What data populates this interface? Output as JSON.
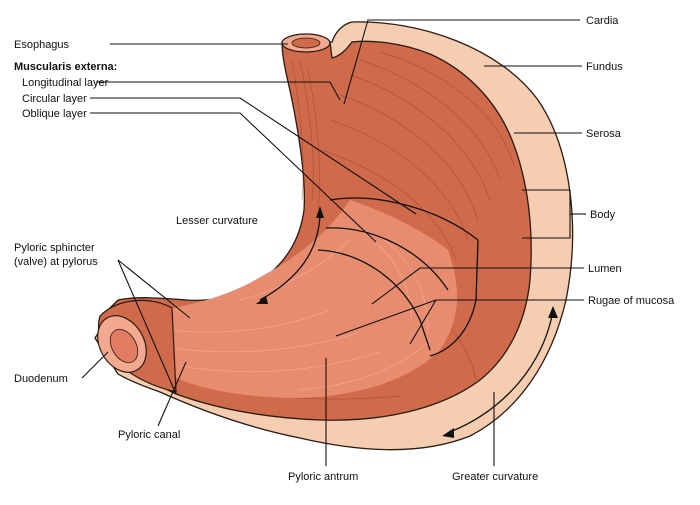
{
  "colors": {
    "serosa": "#f5cdb0",
    "muscle": "#cf6a4a",
    "muscle_dark": "#a9482c",
    "mucosa": "#e88c70",
    "duodenum_inner": "#f2a98f",
    "outline": "#2a1a14"
  },
  "labels": {
    "esophagus": "Esophagus",
    "muscularis_externa": "Muscularis externa:",
    "longitudinal_layer": "Longitudinal layer",
    "circular_layer": "Circular layer",
    "oblique_layer": "Oblique layer",
    "lesser_curvature": "Lesser curvature",
    "pyloric_sphincter_line1": "Pyloric sphincter",
    "pyloric_sphincter_line2": "(valve) at pylorus",
    "duodenum": "Duodenum",
    "pyloric_canal": "Pyloric canal",
    "pyloric_antrum": "Pyloric antrum",
    "greater_curvature": "Greater curvature",
    "cardia": "Cardia",
    "fundus": "Fundus",
    "serosa": "Serosa",
    "body": "Body",
    "lumen": "Lumen",
    "rugae_of_mucosa": "Rugae of mucosa"
  }
}
